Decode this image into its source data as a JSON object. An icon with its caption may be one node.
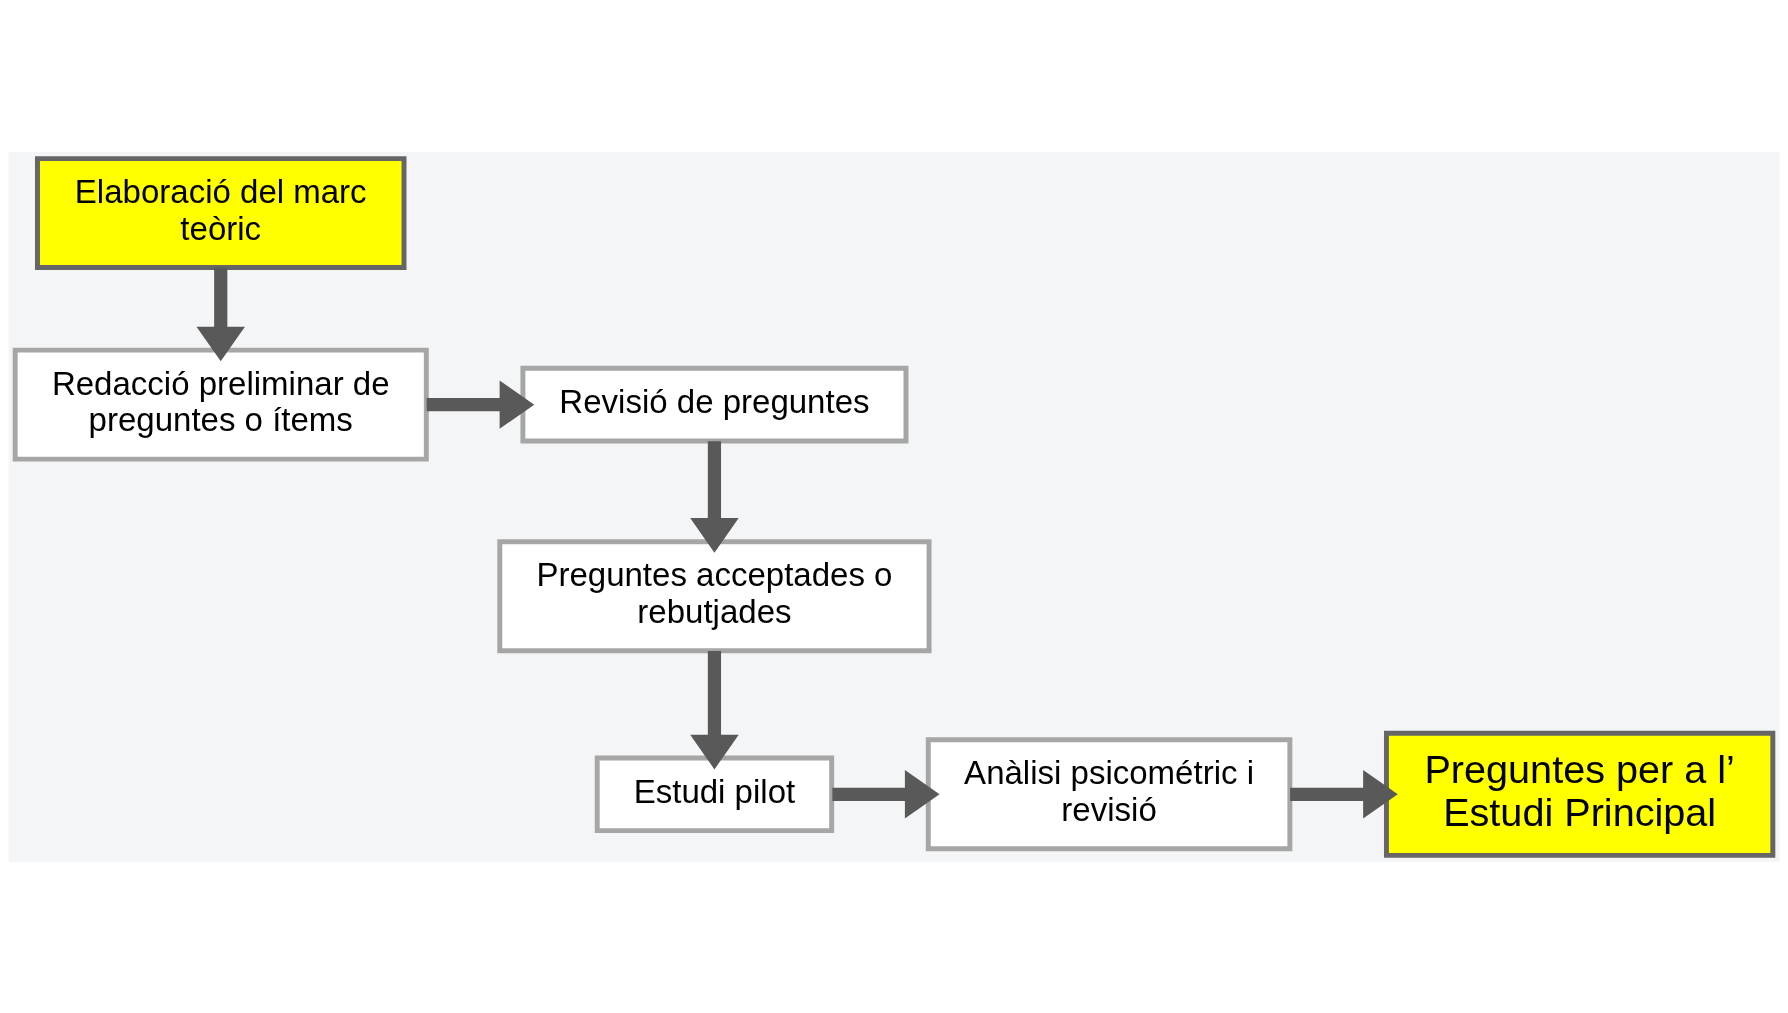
{
  "diagram": {
    "nodes": [
      {
        "text": [
          "Elaboració del marc teòric"
        ]
      },
      {
        "text": [
          "Redacció preliminar de preguntes o ítems"
        ]
      },
      {
        "text": [
          "Revisió de preguntes"
        ]
      },
      {
        "text": [
          "Preguntes acceptades o rebutjades"
        ]
      },
      {
        "text": [
          "Estudi pilot"
        ]
      },
      {
        "text": [
          "Anàlisi psicométric i revisió"
        ]
      },
      {
        "text": [
          "Preguntes per a l’ Estudi Principal"
        ]
      }
    ],
    "edges": [
      {
        "from": 0,
        "to": 1,
        "arrow": "to"
      },
      {
        "from": 1,
        "to": 2,
        "arrow": "to"
      },
      {
        "from": 2,
        "to": 3,
        "arrow": "to"
      },
      {
        "from": 3,
        "to": 4,
        "arrow": "to"
      },
      {
        "from": 4,
        "to": 5,
        "arrow": "to"
      },
      {
        "from": 5,
        "to": 6,
        "arrow": "to"
      }
    ]
  }
}
